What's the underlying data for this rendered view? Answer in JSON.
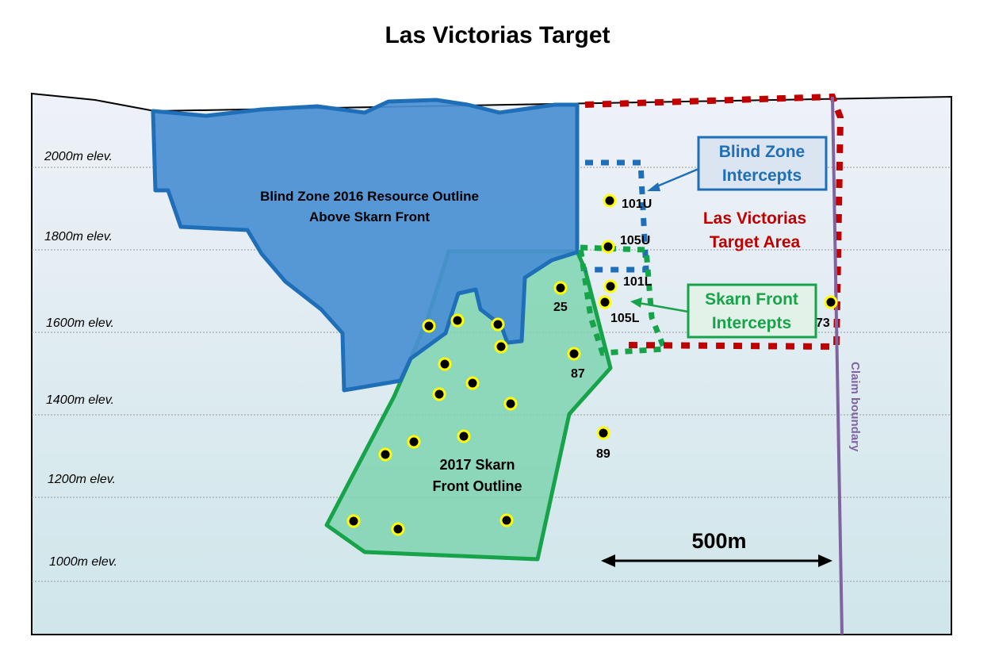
{
  "title": "Las Victorias Target",
  "elevations": [
    "2000m elev.",
    "1800m elev.",
    "1600m elev.",
    "1400m elev.",
    "1200m elev.",
    "1000m elev."
  ],
  "blind_zone_outline": {
    "line1": "Blind Zone 2016 Resource Outline",
    "line2": "Above Skarn Front",
    "color": "#1f6fb8"
  },
  "skarn_outline": {
    "line1": "2017 Skarn",
    "line2": "Front Outline",
    "color": "#17a34a"
  },
  "target_area": {
    "line1": "Las Victorias",
    "line2": "Target Area",
    "color": "#c00000"
  },
  "callouts": {
    "blind_zone": {
      "line1": "Blind Zone",
      "line2": "Intercepts"
    },
    "skarn_front": {
      "line1": "Skarn Front",
      "line2": "Intercepts"
    }
  },
  "claim_boundary": {
    "label": "Claim boundary",
    "color": "#8064a2"
  },
  "scale_bar": {
    "label": "500m"
  },
  "drill_labels": {
    "h101u": "101U",
    "h105u": "105U",
    "h101l": "101L",
    "h105l": "105L",
    "h25": "25",
    "h87": "87",
    "h89": "89",
    "h73": "73"
  }
}
